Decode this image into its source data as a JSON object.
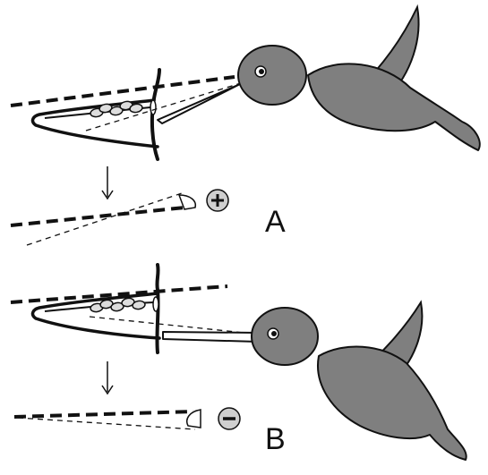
{
  "panels": [
    {
      "label": "A",
      "sign": "+",
      "sign_name": "plus",
      "sign_fill": "#cfcfcf"
    },
    {
      "label": "B",
      "sign": "−",
      "sign_name": "minus",
      "sign_fill": "#cfcfcf"
    }
  ],
  "colors": {
    "bird_body": "#7f7f7f",
    "outline": "#111111",
    "background": "#ffffff",
    "pollen": "#dddddd"
  }
}
